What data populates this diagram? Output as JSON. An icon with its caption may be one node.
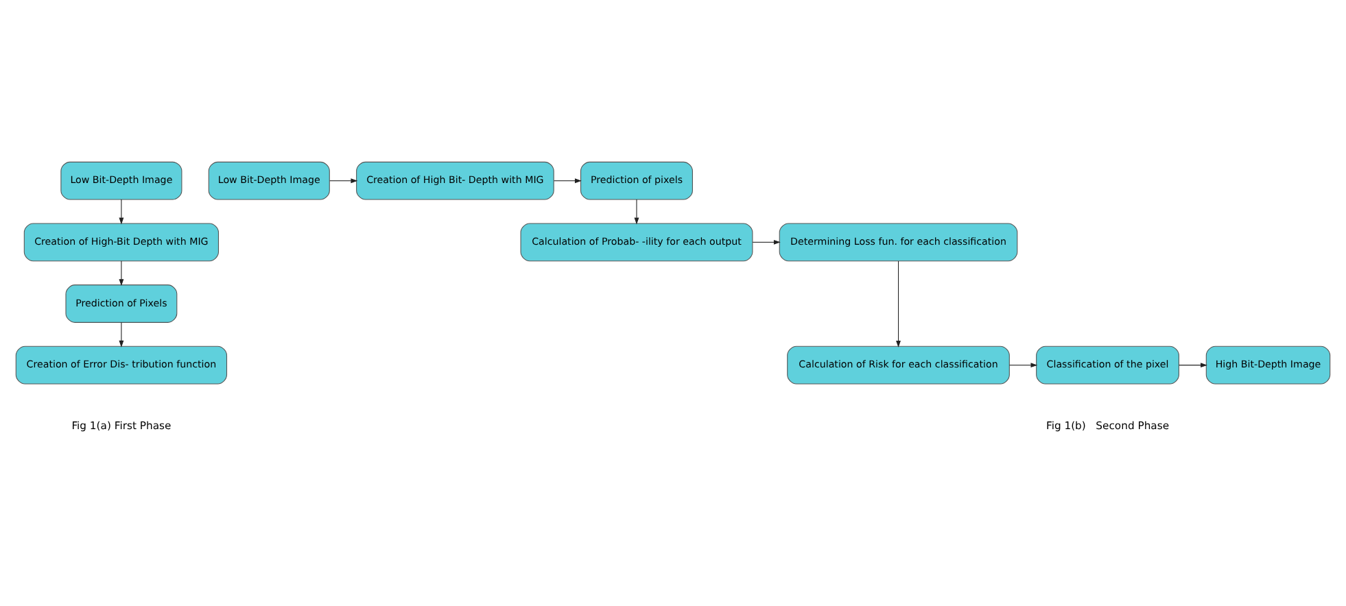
{
  "diagram": {
    "nodes": [
      {
        "text": [
          "Low Bit-Depth Image"
        ]
      },
      {
        "text": [
          "Creation of High-Bit Depth with MIG"
        ]
      },
      {
        "text": [
          "Prediction of Pixels"
        ]
      },
      {
        "text": [
          "Creation of Error Dis- tribution function"
        ]
      },
      {
        "text": [
          "Low Bit-Depth Image"
        ]
      },
      {
        "text": [
          "Creation of High Bit- Depth with MIG"
        ]
      },
      {
        "text": [
          "Prediction of pixels"
        ]
      },
      {
        "text": [
          "Calculation of Probab- -ility for each output"
        ]
      },
      {
        "text": [
          "Determining Loss fun. for each classification"
        ]
      },
      {
        "text": [
          "Calculation of Risk for each classification"
        ]
      },
      {
        "text": [
          "Classification of the pixel"
        ]
      },
      {
        "text": [
          "High Bit-Depth Image"
        ]
      }
    ],
    "edges": [
      {
        "from": 0,
        "to": 1,
        "arrow": "to"
      },
      {
        "from": 1,
        "to": 2,
        "arrow": "to"
      },
      {
        "from": 2,
        "to": 3,
        "arrow": "to"
      },
      {
        "from": 4,
        "to": 5,
        "arrow": "to"
      },
      {
        "from": 5,
        "to": 6,
        "arrow": "to"
      },
      {
        "from": 6,
        "to": 7,
        "arrow": "to"
      },
      {
        "from": 7,
        "to": 8,
        "arrow": "to"
      },
      {
        "from": 8,
        "to": 9,
        "arrow": "to"
      },
      {
        "from": 9,
        "to": 10,
        "arrow": "to"
      },
      {
        "from": 10,
        "to": 11,
        "arrow": "to"
      }
    ],
    "labels": [
      "Fig 1(a) First Phase",
      "Fig 1(b)   Second Phase"
    ]
  }
}
